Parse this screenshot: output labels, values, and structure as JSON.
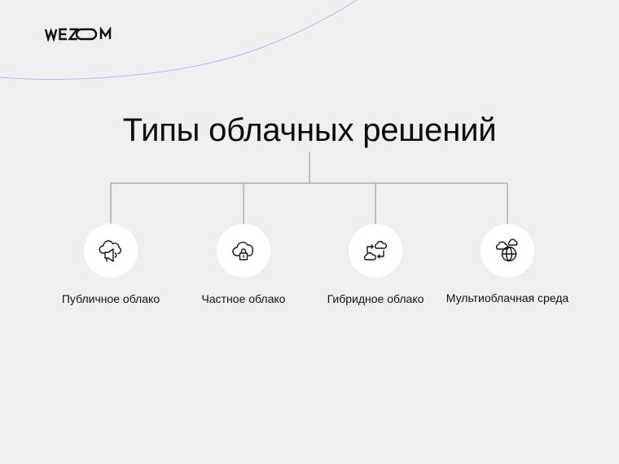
{
  "brand": {
    "logo_text": "WEZOM"
  },
  "diagram": {
    "title": "Типы облачных решений",
    "nodes": [
      {
        "label": "Публичное облако",
        "icon": "cloud-megaphone-icon"
      },
      {
        "label": "Частное облако",
        "icon": "cloud-lock-icon"
      },
      {
        "label": "Гибридное облако",
        "icon": "hybrid-cloud-icon"
      },
      {
        "label": "Мультиоблачная среда",
        "icon": "cloud-globe-icon"
      }
    ]
  },
  "colors": {
    "background": "#efefef",
    "connector": "#8c8c8c",
    "decorative_arc": "#b8b6ea",
    "node_fill": "#ffffff",
    "text": "#111111"
  }
}
